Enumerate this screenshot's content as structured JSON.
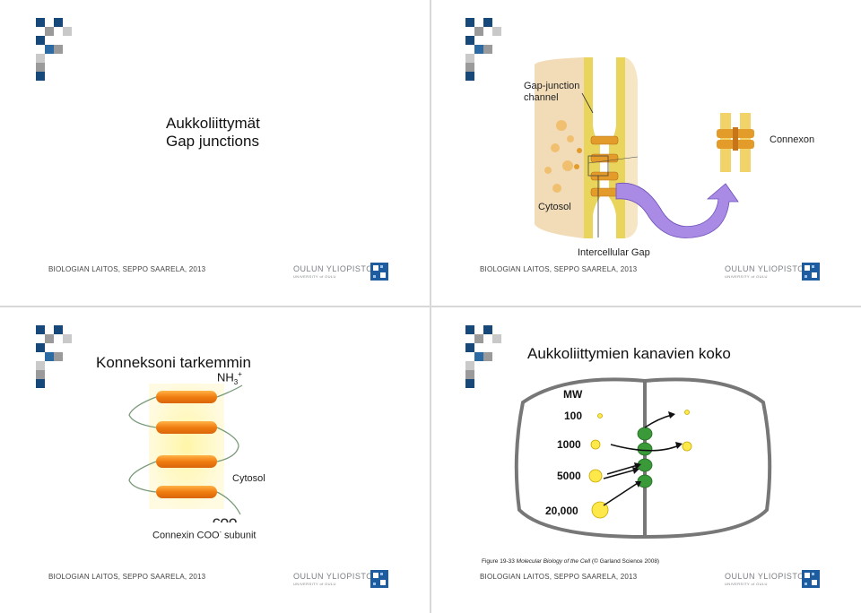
{
  "footer": {
    "text": "BIOLOGIAN LAITOS, SEPPO SAARELA, 2013",
    "uni_name": "OULUN YLIOPISTO",
    "uni_sub": "UNIVERSITY of OULU"
  },
  "slide1": {
    "title_line1": "Aukkoliittymät",
    "title_line2": "Gap junctions"
  },
  "slide2": {
    "label_channel_1": "Gap-junction",
    "label_channel_2": "channel",
    "label_connexon": "Connexon",
    "label_cytosol": "Cytosol",
    "label_gap": "Intercellular Gap"
  },
  "slide3": {
    "title": "Konneksoni tarkemmin",
    "nh3": "NH",
    "nh3_sub": "3",
    "nh3_sup": "+",
    "label_cytosol": "Cytosol",
    "coo": "COO",
    "caption_a": "Connexin COO",
    "caption_sup": "-",
    "caption_b": " subunit"
  },
  "slide4": {
    "title": "Aukkoliittymien kanavien koko",
    "mw_header": "MW",
    "mw_values": [
      "100",
      "1000",
      "5000",
      "20,000"
    ],
    "caption_prefix": "Figure 19-33 ",
    "caption_italic": "Molecular Biology of the Cell",
    "caption_suffix": " (© Garland Science 2008)"
  },
  "colors": {
    "logo_navy": "#17487a",
    "logo_gray": "#9a9a9a",
    "connexin_orange": "#f08a1c",
    "membrane_yellow": "#fde9a0",
    "channel_green": "#3a9a3a",
    "arrow_purple": "#a98be6",
    "cell_outline": "#777777"
  }
}
